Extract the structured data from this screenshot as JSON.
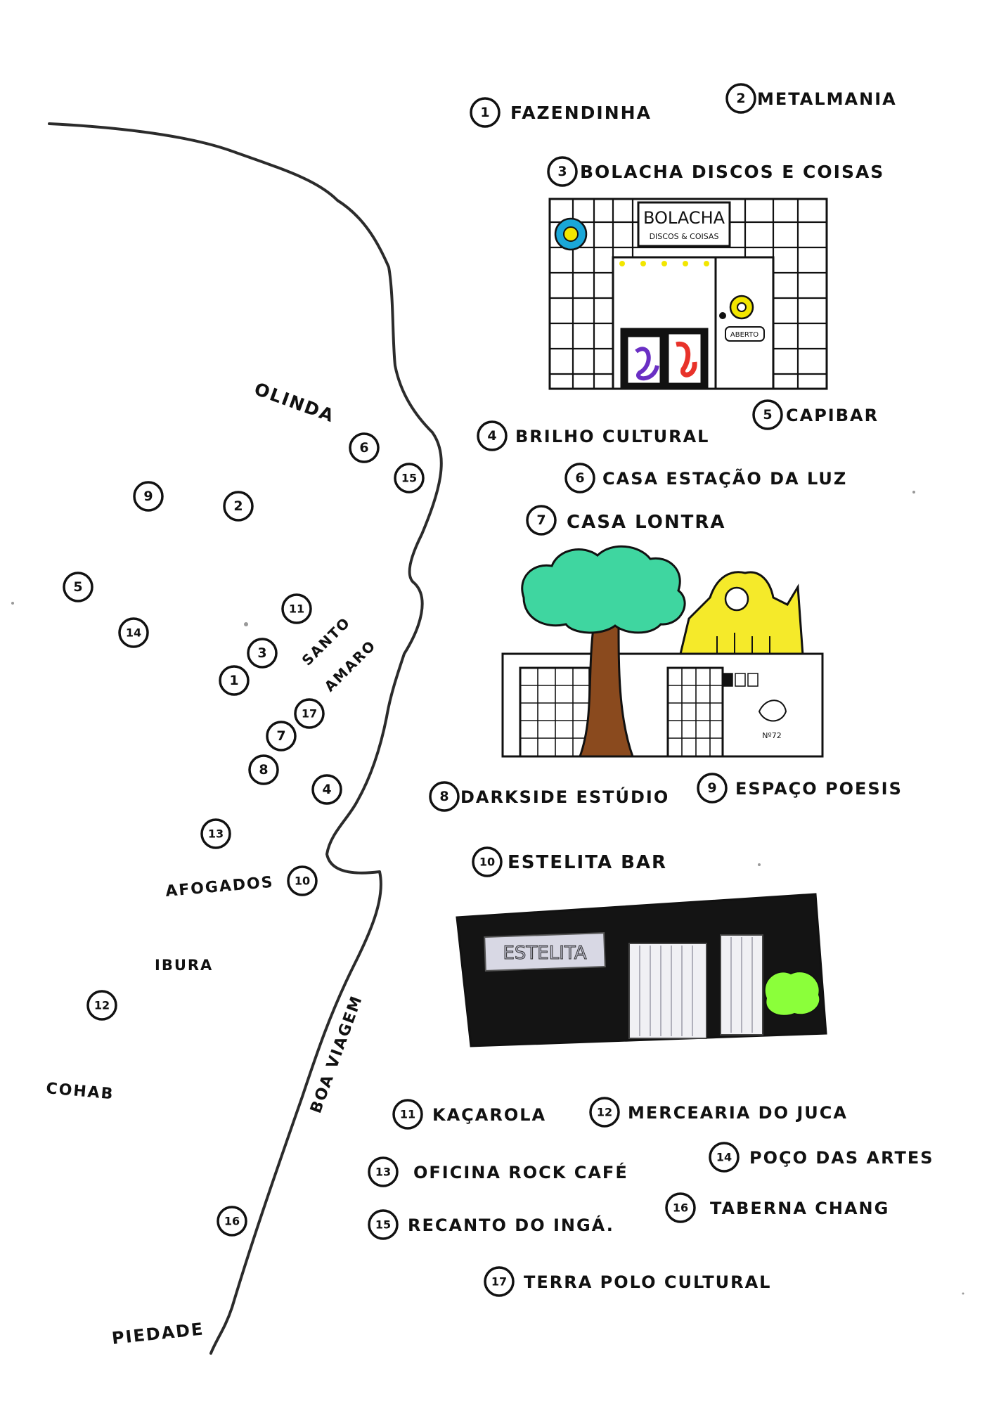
{
  "places": {
    "olinda": "OLINDA",
    "santo": "SANTO",
    "amaro": "AMARO",
    "afogados": "AFOGADOS",
    "ibura": "IBURA",
    "cohab": "COHAB",
    "boa_viagem": "BOA VIAGEM",
    "piedade": "PIEDADE"
  },
  "venues": [
    {
      "n": "1",
      "name": "FAZENDINHA"
    },
    {
      "n": "2",
      "name": "METALMANIA"
    },
    {
      "n": "3",
      "name": "BOLACHA DISCOS E COISAS"
    },
    {
      "n": "4",
      "name": "BRILHO CULTURAL"
    },
    {
      "n": "5",
      "name": "CAPIBAR"
    },
    {
      "n": "6",
      "name": "CASA ESTAÇÃO DA LUZ"
    },
    {
      "n": "7",
      "name": "CASA LONTRA"
    },
    {
      "n": "8",
      "name": "DARKSIDE ESTÚDIO"
    },
    {
      "n": "9",
      "name": "ESPAÇO POESIS"
    },
    {
      "n": "10",
      "name": "ESTELITA BAR"
    },
    {
      "n": "11",
      "name": "KAÇAROLA"
    },
    {
      "n": "12",
      "name": "MERCEARIA DO JUCA"
    },
    {
      "n": "13",
      "name": "OFICINA ROCK CAFÉ"
    },
    {
      "n": "14",
      "name": "POÇO DAS ARTES"
    },
    {
      "n": "15",
      "name": "RECANTO DO INGÁ."
    },
    {
      "n": "16",
      "name": "TABERNA CHANG"
    },
    {
      "n": "17",
      "name": "TERRA POLO CULTURAL"
    }
  ],
  "drawings": {
    "bolacha_sign_1": "BOLACHA",
    "bolacha_sign_2": "DISCOS & COISAS",
    "bolacha_open": "ABERTO",
    "lontra_number": "Nº72",
    "estelita_sign": "ESTELITA"
  },
  "colors": {
    "ink": "#111111",
    "sign_yellow": "#f2e600",
    "facade_yellow": "#f5ea2a",
    "tree_green": "#3fd6a0",
    "trunk_brown": "#8a4a1e",
    "bar_black": "#141414",
    "bush_green": "#8bff3a",
    "disc_blue": "#1aa7d8",
    "poster_red": "#e8322a",
    "poster_purple": "#6a2fc4"
  }
}
